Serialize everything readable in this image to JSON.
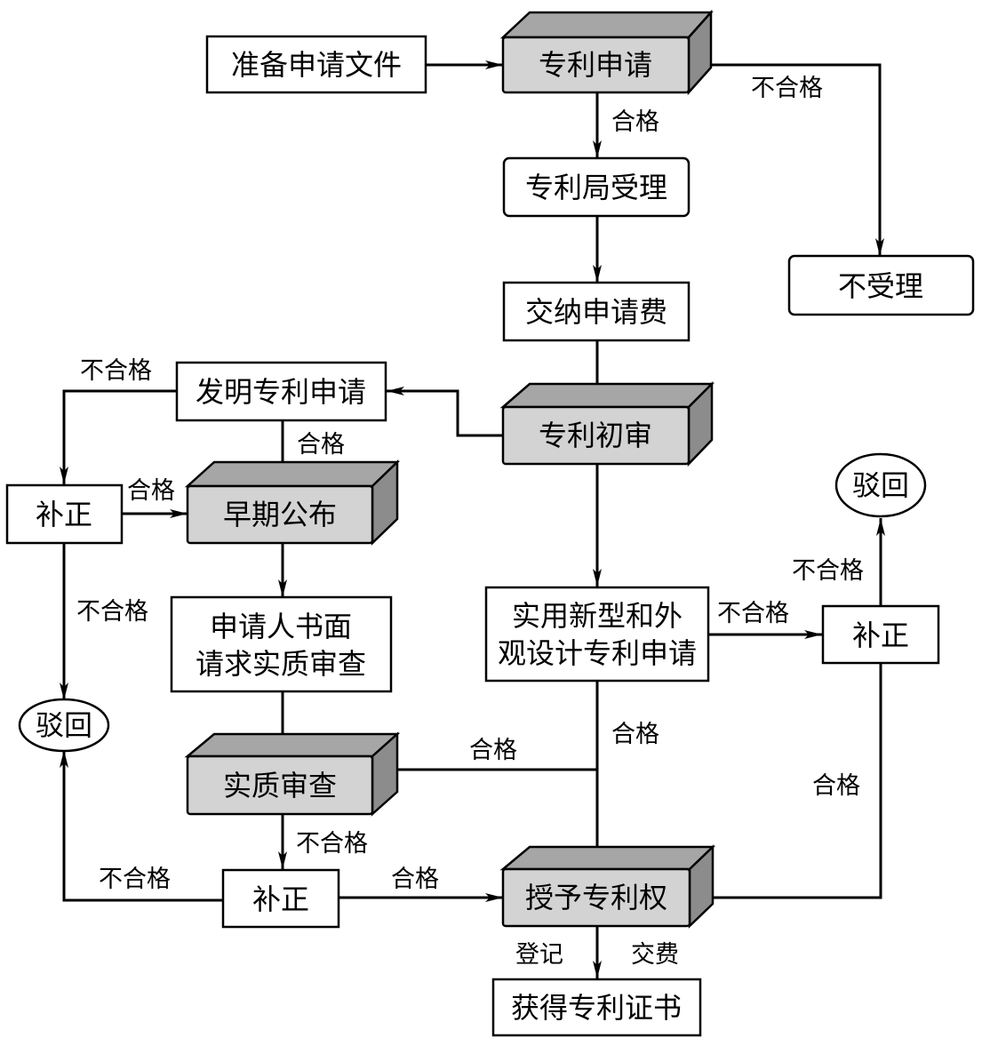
{
  "nodes": {
    "prepare_docs": "准备申请文件",
    "patent_application": "专利申请",
    "office_accept": "专利局受理",
    "not_accepted": "不受理",
    "pay_fee": "交纳申请费",
    "preliminary_exam": "专利初审",
    "invention_application": "发明专利申请",
    "early_publication": "早期公布",
    "correction_left": "补正",
    "rejected_left": "驳回",
    "request_exam_line1": "申请人书面",
    "request_exam_line2": "请求实质审查",
    "substantive_exam": "实质审查",
    "correction_bottom": "补正",
    "grant_patent": "授予专利权",
    "certificate": "获得专利证书",
    "utility_design_line1": "实用新型和外",
    "utility_design_line2": "观设计专利申请",
    "correction_right": "补正",
    "rejected_right": "驳回"
  },
  "edge_labels": {
    "app_pass": "合格",
    "app_fail": "不合格",
    "invention_fail": "不合格",
    "invention_pass": "合格",
    "correction_left_pass": "合格",
    "correction_left_fail": "不合格",
    "exam_fail": "不合格",
    "exam_pass": "合格",
    "correction_bottom_fail": "不合格",
    "correction_bottom_pass": "合格",
    "utility_pass": "合格",
    "utility_fail": "不合格",
    "correction_right_fail": "不合格",
    "correction_right_pass": "合格",
    "register": "登记",
    "pay": "交费"
  },
  "colors": {
    "block_front": "#d3d3d3",
    "block_top": "#a6a6a6",
    "block_side": "#8c8c8c",
    "line": "#000000"
  }
}
